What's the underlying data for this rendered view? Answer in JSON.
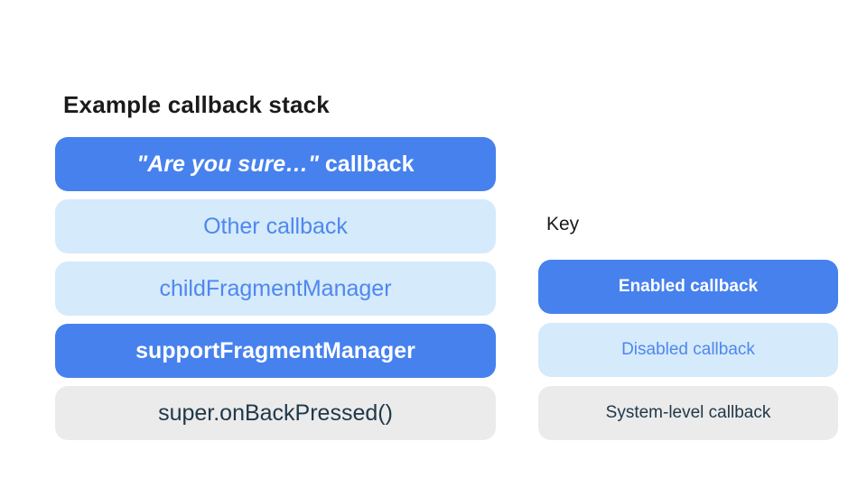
{
  "left_panel": {
    "title": "Example callback stack",
    "stack": [
      {
        "label_italic": "\"Are you sure…\"",
        "label_rest": " callback",
        "type": "enabled"
      },
      {
        "label": "Other callback",
        "type": "disabled"
      },
      {
        "label": "childFragmentManager",
        "type": "disabled"
      },
      {
        "label": "supportFragmentManager",
        "type": "enabled"
      },
      {
        "label": "super.onBackPressed()",
        "type": "system"
      }
    ]
  },
  "key_panel": {
    "title": "Key",
    "items": [
      {
        "label": "Enabled callback",
        "type": "enabled"
      },
      {
        "label": "Disabled callback",
        "type": "disabled"
      },
      {
        "label": "System-level callback",
        "type": "system"
      }
    ]
  },
  "colors": {
    "enabled_bg": "#4681ee",
    "enabled_text": "#ffffff",
    "disabled_bg": "#d5eafb",
    "disabled_text": "#4e87ee",
    "system_bg": "#ebebeb",
    "system_text": "#203949",
    "title_text": "#1a1a1a",
    "page_bg": "#ffffff"
  }
}
